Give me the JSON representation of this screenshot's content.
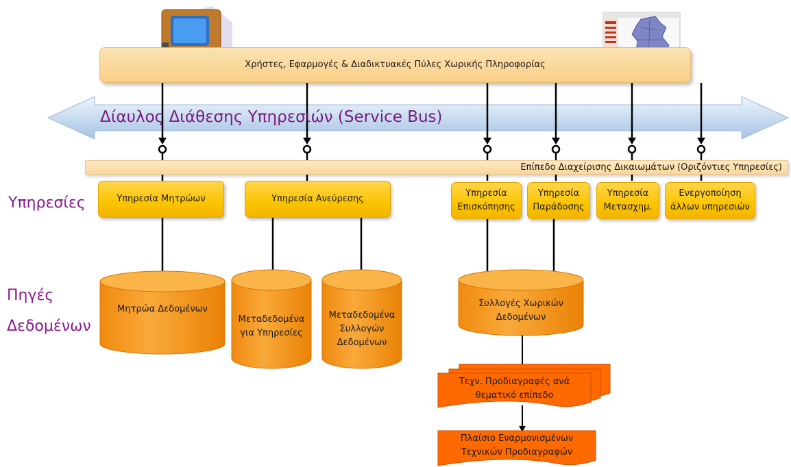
{
  "top_bar": {
    "label": "Χρήστες, Εφαρμογές & Διαδικτυακές Πύλες Χωρικής Πληροφορίας"
  },
  "service_bus": {
    "label": "Δίαυλος Διάθεσης Υπηρεσιών (Service  Bus)"
  },
  "rights_layer": {
    "label": "Επίπεδο Διαχείρισης Δικαιωμάτων (Οριζόντιες Υπηρεσίες)"
  },
  "side_labels": {
    "services": "Υπηρεσίες",
    "data_sources_line1": "Πηγές",
    "data_sources_line2": "Δεδομένων"
  },
  "services": [
    {
      "line1": "Υπηρεσία Μητρώων",
      "line2": ""
    },
    {
      "line1": "Υπηρεσία Ανεύρεσης",
      "line2": ""
    },
    {
      "line1": "Υπηρεσία",
      "line2": "Επισκόπησης"
    },
    {
      "line1": "Υπηρεσία",
      "line2": "Παράδοσης"
    },
    {
      "line1": "Υπηρεσία",
      "line2": "Μετασχημ."
    },
    {
      "line1": "Ενεργοποίηση",
      "line2": "άλλων υπηρεσιών"
    }
  ],
  "data_stores": [
    {
      "line1": "Μητρώα Δεδομένων",
      "line2": "",
      "line3": ""
    },
    {
      "line1": "Μεταδεδομένα",
      "line2": "για Υπηρεσίες",
      "line3": ""
    },
    {
      "line1": "Μεταδεδομένα",
      "line2": "Συλλογών",
      "line3": "Δεδομένων"
    },
    {
      "line1": "Συλλογές Χωρικών",
      "line2": "Δεδομένων",
      "line3": ""
    }
  ],
  "documents": {
    "tech_specs_line1": "Τεχν. Προδιαγραφές ανά",
    "tech_specs_line2": "θεματικό επίπεδο",
    "framework_line1": "Πλαίσιο Εναρμονισμένων",
    "framework_line2": "Τεχνικών Προδιαγραφών"
  },
  "icons": [
    "computer-icon",
    "map-application-icon"
  ],
  "colors": {
    "service_box": "#fbc400",
    "data_store": "#f6a21f",
    "document": "#ff6a00",
    "label_purple": "#8b1a8e",
    "bus_arrow": "#bcd3ec"
  }
}
